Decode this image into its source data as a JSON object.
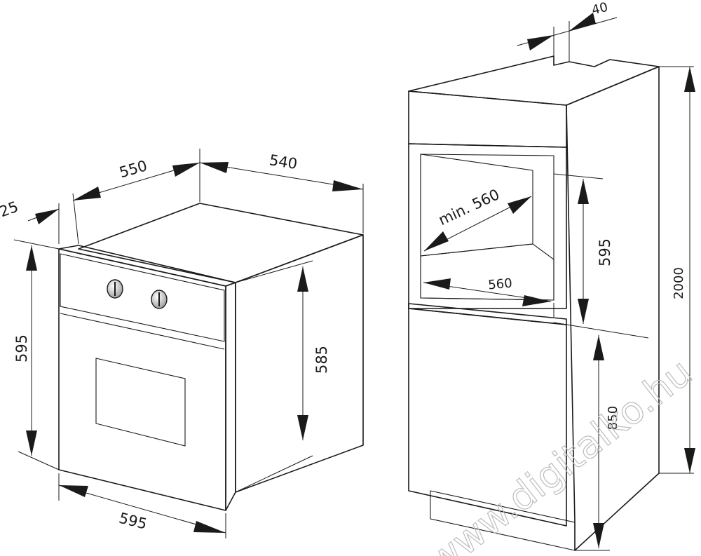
{
  "oven": {
    "dim_depth_total": "550",
    "dim_depth_body": "540",
    "dim_front_panel": "25",
    "dim_height_front": "595",
    "dim_height_body": "585",
    "dim_width_front": "595"
  },
  "cabinet": {
    "dim_back_gap": "40",
    "dim_niche_depth_min": "min. 560",
    "dim_niche_width": "560",
    "dim_niche_height": "595",
    "dim_lower_height": "850",
    "dim_total_height": "2000"
  },
  "watermark": {
    "text": "www.digitalko.hu"
  }
}
